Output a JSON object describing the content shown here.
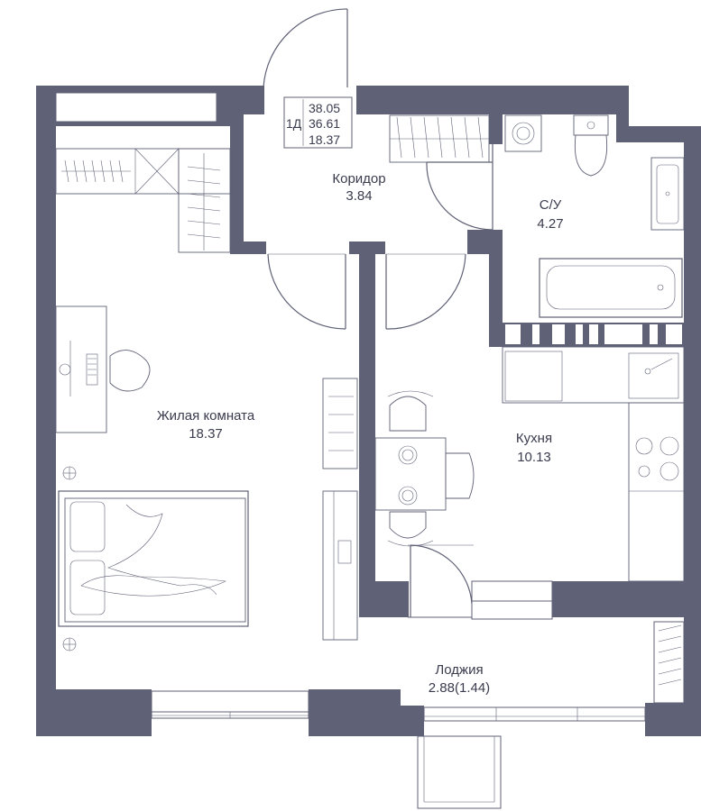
{
  "badge": {
    "type": "1Д",
    "total_area": "38.05",
    "living_area": "36.61",
    "room_area": "18.37"
  },
  "rooms": [
    {
      "id": "corridor",
      "name": "Коридор",
      "area": "3.84"
    },
    {
      "id": "bathroom",
      "name": "С/У",
      "area": "4.27"
    },
    {
      "id": "living",
      "name": "Жилая комната",
      "area": "18.37"
    },
    {
      "id": "kitchen",
      "name": "Кухня",
      "area": "10.13"
    },
    {
      "id": "loggia",
      "name": "Лоджия",
      "area": "2.88(1.44)"
    }
  ],
  "colors": {
    "wall": "#5f6176",
    "background": "#ffffff",
    "text": "#3a3c4e"
  }
}
